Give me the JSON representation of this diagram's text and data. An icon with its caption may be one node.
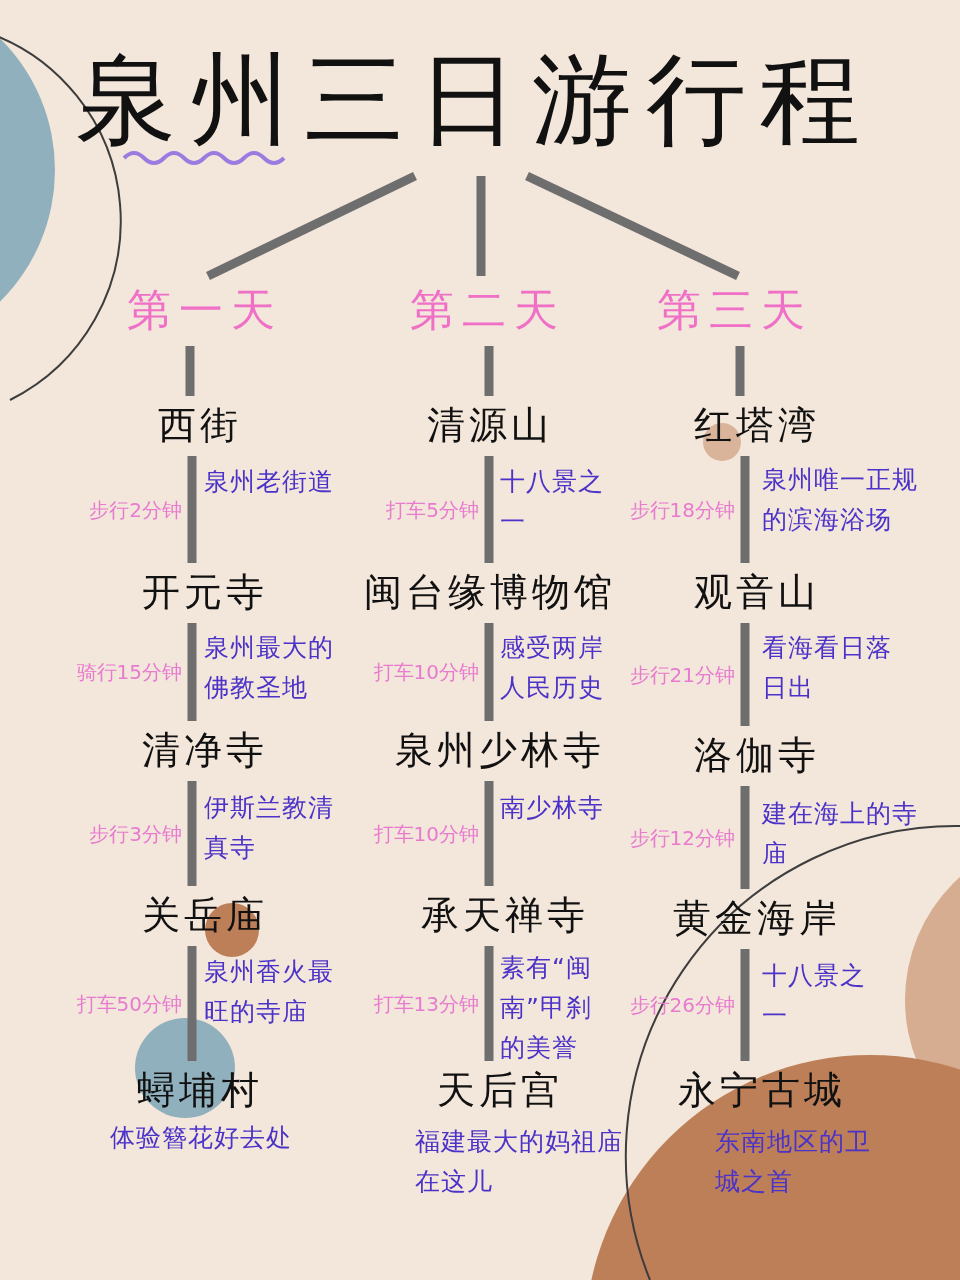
{
  "diagram": {
    "nodes": [
      {
        "text": [
          "泉州三日游行程"
        ]
      },
      {
        "text": [
          "第一天"
        ]
      },
      {
        "text": [
          "第二天"
        ]
      },
      {
        "text": [
          "第三天"
        ]
      },
      {
        "text": [
          "西街"
        ],
        "beside": [
          "泉州老街道"
        ]
      },
      {
        "text": [
          "开元寺"
        ],
        "beside": [
          "泉州最大的佛教圣地"
        ]
      },
      {
        "text": [
          "清净寺"
        ],
        "beside": [
          "伊斯兰教清真寺"
        ]
      },
      {
        "text": [
          "关岳庙"
        ],
        "beside": [
          "泉州香火最旺的寺庙"
        ]
      },
      {
        "text": [
          "蟳埔村"
        ],
        "beside": [
          "体验簪花好去处"
        ]
      },
      {
        "text": [
          "清源山"
        ],
        "beside": [
          "十八景之一"
        ]
      },
      {
        "text": [
          "闽台缘博物馆"
        ],
        "beside": [
          "感受两岸人民历史"
        ]
      },
      {
        "text": [
          "泉州少林寺"
        ],
        "beside": [
          "南少林寺"
        ]
      },
      {
        "text": [
          "承天禅寺"
        ],
        "beside": [
          "素有“闽南”甲刹的美誉"
        ]
      },
      {
        "text": [
          "天后宫"
        ],
        "beside": [
          "福建最大的妈祖庙在这儿"
        ]
      },
      {
        "text": [
          "红塔湾"
        ],
        "beside": [
          "泉州唯一正规的滨海浴场"
        ]
      },
      {
        "text": [
          "观音山"
        ],
        "beside": [
          "看海看日落日出"
        ]
      },
      {
        "text": [
          "洛伽寺"
        ],
        "beside": [
          "建在海上的寺庙"
        ]
      },
      {
        "text": [
          "黄金海岸"
        ],
        "beside": [
          "十八景之一"
        ]
      },
      {
        "text": [
          "永宁古城"
        ],
        "beside": [
          "东南地区的卫城之首"
        ]
      }
    ],
    "edges": [
      {
        "from": 0,
        "to": 1,
        "arrow": "none"
      },
      {
        "from": 0,
        "to": 2,
        "arrow": "none"
      },
      {
        "from": 0,
        "to": 3,
        "arrow": "none"
      },
      {
        "from": 1,
        "to": 4,
        "arrow": "none"
      },
      {
        "from": 2,
        "to": 9,
        "arrow": "none"
      },
      {
        "from": 3,
        "to": 14,
        "arrow": "none"
      },
      {
        "from": 4,
        "to": 5,
        "arrow": "none",
        "label": "步行2分钟"
      },
      {
        "from": 5,
        "to": 6,
        "arrow": "none",
        "label": "骑行15分钟"
      },
      {
        "from": 6,
        "to": 7,
        "arrow": "none",
        "label": "步行3分钟"
      },
      {
        "from": 7,
        "to": 8,
        "arrow": "none",
        "label": "打车50分钟"
      },
      {
        "from": 9,
        "to": 10,
        "arrow": "none",
        "label": "打车5分钟"
      },
      {
        "from": 10,
        "to": 11,
        "arrow": "none",
        "label": "打车10分钟"
      },
      {
        "from": 11,
        "to": 12,
        "arrow": "none",
        "label": "打车10分钟"
      },
      {
        "from": 12,
        "to": 13,
        "arrow": "none",
        "label": "打车13分钟"
      },
      {
        "from": 14,
        "to": 15,
        "arrow": "none",
        "label": "步行18分钟"
      },
      {
        "from": 15,
        "to": 16,
        "arrow": "none",
        "label": "步行21分钟"
      },
      {
        "from": 16,
        "to": 17,
        "arrow": "none",
        "label": "步行12分钟"
      },
      {
        "from": 17,
        "to": 18,
        "arrow": "none",
        "label": "步行26分钟"
      }
    ]
  }
}
